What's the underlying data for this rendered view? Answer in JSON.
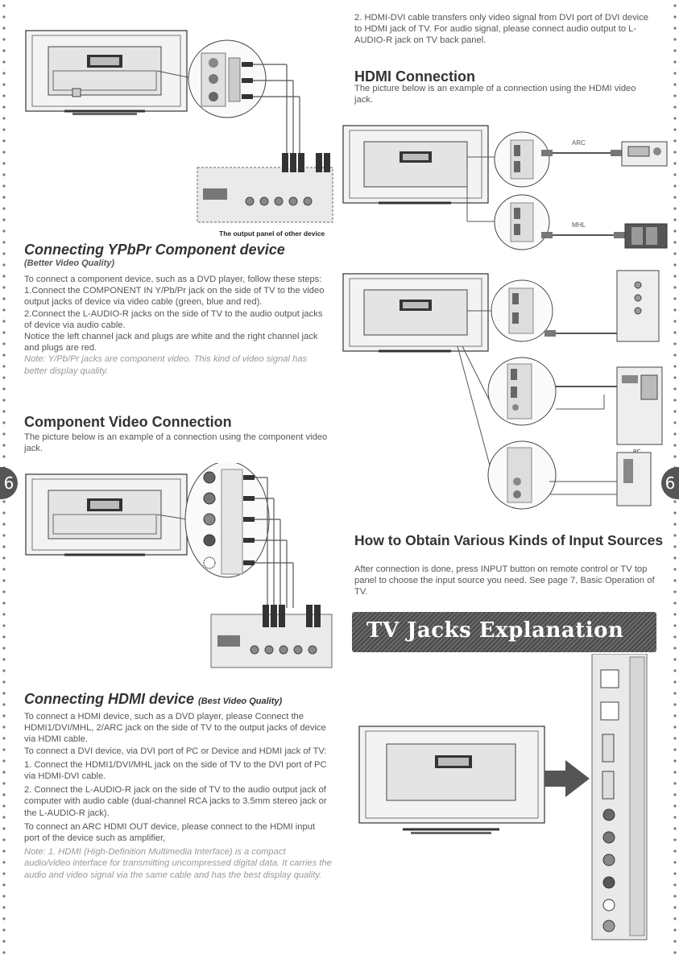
{
  "page_number": "6",
  "left": {
    "output_panel_caption": "The output panel of other device",
    "ypbpr": {
      "heading": "Connecting YPbPr Component device",
      "subheading": "(Better Video Quality)",
      "intro": "To connect a component device, such as a DVD player, follow these steps:",
      "step1": "1.Connect the COMPONENT IN Y/Pb/Pr jack on the side of TV to the video output jacks of device via video cable (green, blue and red).",
      "step2": "2.Connect the L-AUDIO-R jacks on the side of TV to the audio output jacks of device via audio cable.",
      "notice": "Notice the left channel jack and plugs are white and the right channel jack and plugs are red.",
      "note": "Note: Y/Pb/Pr jacks are component video. This kind of video signal has better display quality."
    },
    "component": {
      "heading": "Component Video Connection",
      "text": "The picture below is an example of a connection using the component video jack."
    },
    "hdmi_device": {
      "heading": "Connecting HDMI device",
      "heading_suffix": "(Best Video Quality)",
      "p1": "To connect a HDMI device, such as a DVD player, please Connect the HDMI1/DVI/MHL, 2/ARC jack on the side of TV to the output jacks of device via HDMI cable.",
      "p2": "To connect a DVI device, via DVI port of PC or Device and HDMI jack of TV:",
      "p3": "1. Connect the HDMI1/DVI/MHL jack on the side of TV to the DVI port of PC via HDMI-DVI cable.",
      "p4": "2. Connect the L-AUDIO-R jack on the side of TV to the audio output jack of computer with audio cable (dual-channel RCA jacks to 3.5mm stereo jack or the L-AUDIO-R jack).",
      "p5": "To connect an ARC HDMI OUT device, please connect to the HDMI input port of the device such as amplifier,",
      "note": "Note: 1. HDMI (High-Definition Multimedia Interface) is a compact audio/video interface for transmitting uncompressed digital data. It carries the audio and video signal via the same cable and has the best display quality."
    }
  },
  "right": {
    "dvi_text": "2. HDMI-DVI cable transfers only video signal from DVI port of DVI device to HDMI jack of TV. For audio signal, please connect audio output to L-AUDIO-R jack on TV back panel.",
    "hdmi_connection": {
      "heading": "HDMI Connection",
      "text": "The picture below is an example of a connection using the HDMI video jack."
    },
    "arc_label": "ARC",
    "mhl_label": "MHL",
    "pc_label": "PC",
    "input_sources": {
      "heading": "How to Obtain Various Kinds of Input Sources",
      "text": "After connection is done, press INPUT button on remote control or TV top panel to choose the input source you need. See page 7, Basic Operation of TV."
    },
    "banner": "TV Jacks Explanation"
  },
  "colors": {
    "text": "#555555",
    "heading": "#333333",
    "banner": "#555555",
    "note": "#999999"
  }
}
